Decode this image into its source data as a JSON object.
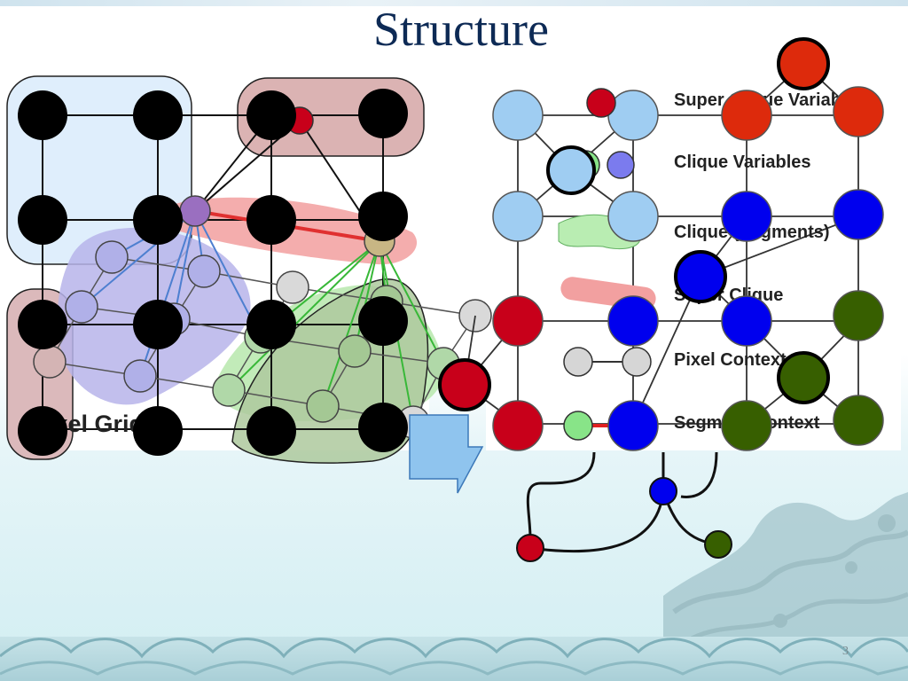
{
  "slide": {
    "title": "Structure",
    "page_number": "3"
  },
  "left_diagram": {
    "caption": "Pixel Grid"
  },
  "right_diagram": {
    "legend": [
      "Super Clique Variables",
      "Clique Variables",
      "Clique (Segments)",
      "Super Clique",
      "Pixel Context",
      "Segment Context"
    ]
  },
  "colors": {
    "node_black": "#000000",
    "light_blue": "#9fcdf2",
    "red": "#c8001a",
    "bright_red": "#dd2a0c",
    "blue": "#0000ee",
    "dark_green": "#375f00",
    "light_green": "#88e488",
    "gray": "#d6d6d6",
    "purple_mid": "#9a6fc0",
    "arrow": "#8fc4ee"
  }
}
